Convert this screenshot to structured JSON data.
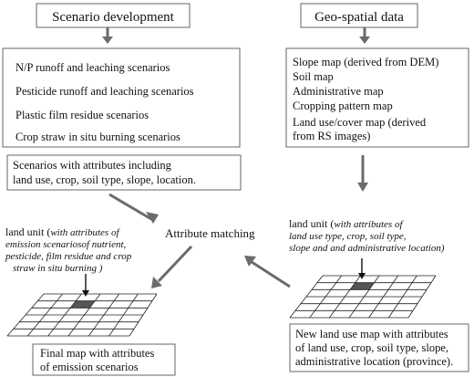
{
  "header_left": "Scenario development",
  "header_right": "Geo-spatial data",
  "scenarios": [
    "N/P runoff and leaching scenarios",
    "Pesticide runoff and leaching scenarios",
    "Plastic film residue scenarios",
    "Crop straw in situ burning scenarios"
  ],
  "geo_items": [
    "Slope map (derived from DEM)",
    "Soil map",
    "Administrative map",
    "Cropping pattern map",
    "Land use/cover map (derived",
    "from RS images)"
  ],
  "scenario_attributes": [
    "Scenarios with attributes including",
    "land use, crop, soil type, slope, location."
  ],
  "attribute_matching": "Attribute matching",
  "land_unit_left": {
    "lead": "land unit (",
    "lines_italic": [
      "with attributes of",
      "emission scenariosof  nutrient,",
      "pesticide, film residue and crop",
      "straw in situ burning )"
    ]
  },
  "land_unit_right": {
    "lead": "land unit (",
    "lines_italic": [
      "with attributes of",
      "land use type, crop, soil type,",
      "slope and and administrative location)"
    ]
  },
  "final_map": [
    "Final map with attributes",
    "of emission scenarios"
  ],
  "new_land_use": [
    "New land use map with attributes",
    "of land use, crop, soil type, slope,",
    "administrative location (province)."
  ]
}
